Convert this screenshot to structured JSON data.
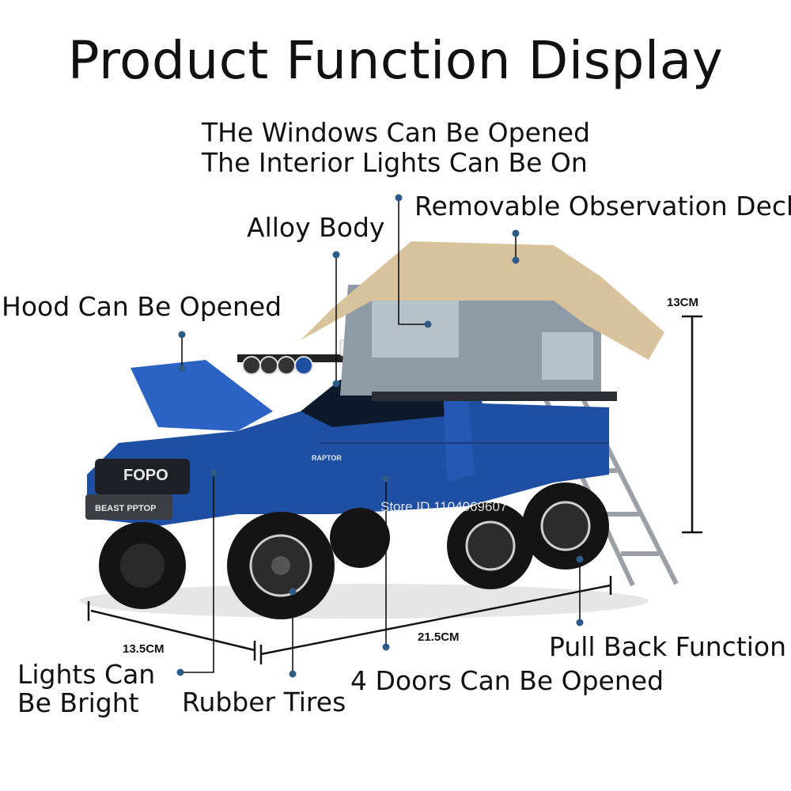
{
  "title": "Product Function Display",
  "labels": {
    "windows": "THe Windows Can Be Opened",
    "interior": "The Interior Lights Can Be On",
    "deck": "Removable Observation Deck",
    "alloy": "Alloy Body",
    "hood": "Hood Can Be Opened",
    "lights_1": "Lights Can",
    "lights_2": "Be Bright",
    "tires": "Rubber Tires",
    "doors": "4 Doors Can Be Opened",
    "pullback": "Pull Back Function"
  },
  "dimensions": {
    "height": "13CM",
    "width": "13.5CM",
    "length": "21.5CM"
  },
  "watermark": "Store ID 1104069607",
  "vehicle_badges": {
    "grille": "FOPO",
    "bumper": "BEAST PPTOP",
    "door": "RAPTOR"
  },
  "colors": {
    "body": "#1f4fa3",
    "tent_canopy": "#d9c39c",
    "tent_body": "#8e9aa6",
    "callout_dot": "#2d5a86"
  }
}
